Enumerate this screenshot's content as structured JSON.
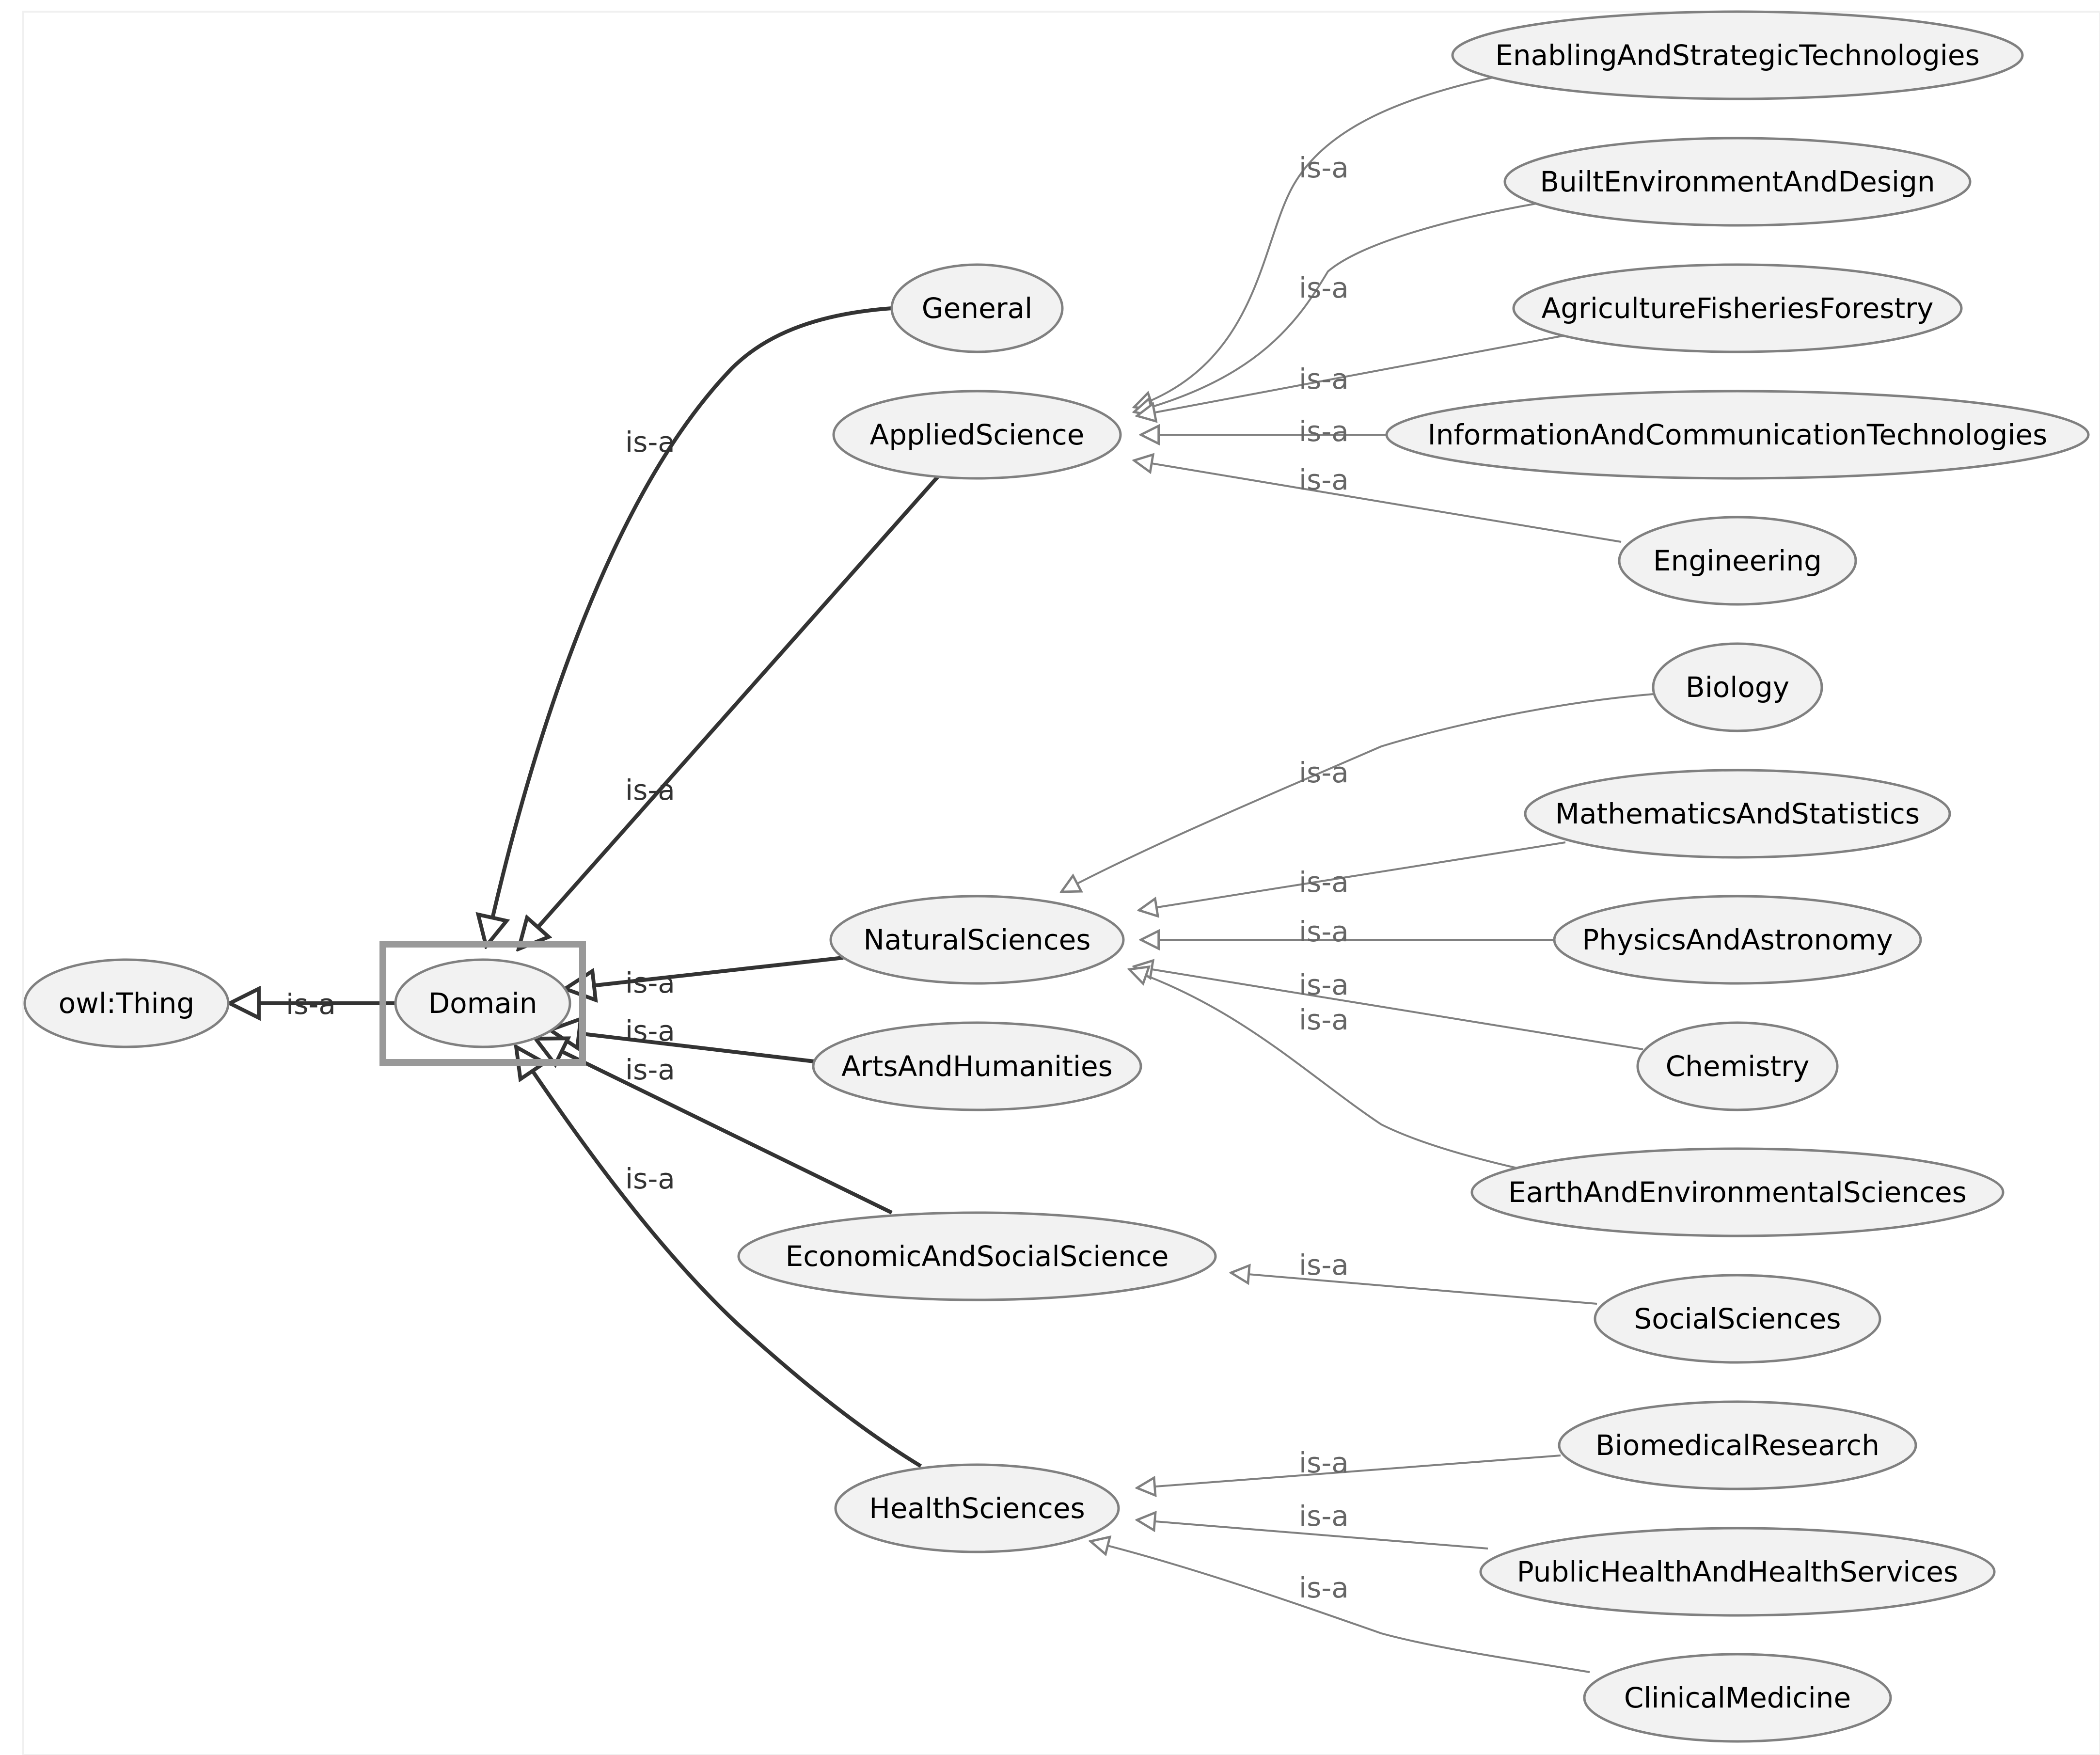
{
  "diagram": {
    "colors": {
      "background": "#ffffff",
      "frame": "#f0f0f0",
      "node_fill": "#f2f2f2",
      "node_stroke": "#808080",
      "primary_edge": "#333333",
      "secondary_edge": "#808080",
      "primary_label": "#333333",
      "secondary_label": "#666666",
      "selection": "#999999"
    },
    "selected_node": "domain",
    "nodes": [
      {
        "id": "owl-thing",
        "label": "owl:Thing"
      },
      {
        "id": "domain",
        "label": "Domain"
      },
      {
        "id": "general",
        "label": "General"
      },
      {
        "id": "applied-science",
        "label": "AppliedScience"
      },
      {
        "id": "natural-sciences",
        "label": "NaturalSciences"
      },
      {
        "id": "arts-and-humanities",
        "label": "ArtsAndHumanities"
      },
      {
        "id": "economic-and-social-science",
        "label": "EconomicAndSocialScience"
      },
      {
        "id": "health-sciences",
        "label": "HealthSciences"
      },
      {
        "id": "enabling-and-strategic-technologies",
        "label": "EnablingAndStrategicTechnologies"
      },
      {
        "id": "built-environment-and-design",
        "label": "BuiltEnvironmentAndDesign"
      },
      {
        "id": "agriculture-fisheries-forestry",
        "label": "AgricultureFisheriesForestry"
      },
      {
        "id": "information-and-communication-technologies",
        "label": "InformationAndCommunicationTechnologies"
      },
      {
        "id": "engineering",
        "label": "Engineering"
      },
      {
        "id": "biology",
        "label": "Biology"
      },
      {
        "id": "mathematics-and-statistics",
        "label": "MathematicsAndStatistics"
      },
      {
        "id": "physics-and-astronomy",
        "label": "PhysicsAndAstronomy"
      },
      {
        "id": "chemistry",
        "label": "Chemistry"
      },
      {
        "id": "earth-and-environmental-sciences",
        "label": "EarthAndEnvironmentalSciences"
      },
      {
        "id": "social-sciences",
        "label": "SocialSciences"
      },
      {
        "id": "biomedical-research",
        "label": "BiomedicalResearch"
      },
      {
        "id": "public-health-and-health-services",
        "label": "PublicHealthAndHealthServices"
      },
      {
        "id": "clinical-medicine",
        "label": "ClinicalMedicine"
      }
    ],
    "edges": [
      {
        "id": "domain-owl-thing",
        "from": "domain",
        "to": "owl-thing",
        "label": "is-a",
        "style": "primary"
      },
      {
        "id": "general-domain",
        "from": "general",
        "to": "domain",
        "label": "is-a",
        "style": "primary"
      },
      {
        "id": "applied-science-domain",
        "from": "applied-science",
        "to": "domain",
        "label": "is-a",
        "style": "primary"
      },
      {
        "id": "natural-sciences-domain",
        "from": "natural-sciences",
        "to": "domain",
        "label": "is-a",
        "style": "primary"
      },
      {
        "id": "arts-and-humanities-domain",
        "from": "arts-and-humanities",
        "to": "domain",
        "label": "is-a",
        "style": "primary"
      },
      {
        "id": "economic-and-social-science-domain",
        "from": "economic-and-social-science",
        "to": "domain",
        "label": "is-a",
        "style": "primary"
      },
      {
        "id": "health-sciences-domain",
        "from": "health-sciences",
        "to": "domain",
        "label": "is-a",
        "style": "primary"
      },
      {
        "id": "enabling-and-strategic-technologies-applied-science",
        "from": "enabling-and-strategic-technologies",
        "to": "applied-science",
        "label": "is-a",
        "style": "secondary"
      },
      {
        "id": "built-environment-and-design-applied-science",
        "from": "built-environment-and-design",
        "to": "applied-science",
        "label": "is-a",
        "style": "secondary"
      },
      {
        "id": "agriculture-fisheries-forestry-applied-science",
        "from": "agriculture-fisheries-forestry",
        "to": "applied-science",
        "label": "is-a",
        "style": "secondary"
      },
      {
        "id": "information-and-communication-technologies-applied-science",
        "from": "information-and-communication-technologies",
        "to": "applied-science",
        "label": "is-a",
        "style": "secondary"
      },
      {
        "id": "engineering-applied-science",
        "from": "engineering",
        "to": "applied-science",
        "label": "is-a",
        "style": "secondary"
      },
      {
        "id": "biology-natural-sciences",
        "from": "biology",
        "to": "natural-sciences",
        "label": "is-a",
        "style": "secondary"
      },
      {
        "id": "mathematics-and-statistics-natural-sciences",
        "from": "mathematics-and-statistics",
        "to": "natural-sciences",
        "label": "is-a",
        "style": "secondary"
      },
      {
        "id": "physics-and-astronomy-natural-sciences",
        "from": "physics-and-astronomy",
        "to": "natural-sciences",
        "label": "is-a",
        "style": "secondary"
      },
      {
        "id": "chemistry-natural-sciences",
        "from": "chemistry",
        "to": "natural-sciences",
        "label": "is-a",
        "style": "secondary"
      },
      {
        "id": "earth-and-environmental-sciences-natural-sciences",
        "from": "earth-and-environmental-sciences",
        "to": "natural-sciences",
        "label": "is-a",
        "style": "secondary"
      },
      {
        "id": "social-sciences-economic-and-social-science",
        "from": "social-sciences",
        "to": "economic-and-social-science",
        "label": "is-a",
        "style": "secondary"
      },
      {
        "id": "biomedical-research-health-sciences",
        "from": "biomedical-research",
        "to": "health-sciences",
        "label": "is-a",
        "style": "secondary"
      },
      {
        "id": "public-health-and-health-services-health-sciences",
        "from": "public-health-and-health-services",
        "to": "health-sciences",
        "label": "is-a",
        "style": "secondary"
      },
      {
        "id": "clinical-medicine-health-sciences",
        "from": "clinical-medicine",
        "to": "health-sciences",
        "label": "is-a",
        "style": "secondary"
      }
    ]
  }
}
